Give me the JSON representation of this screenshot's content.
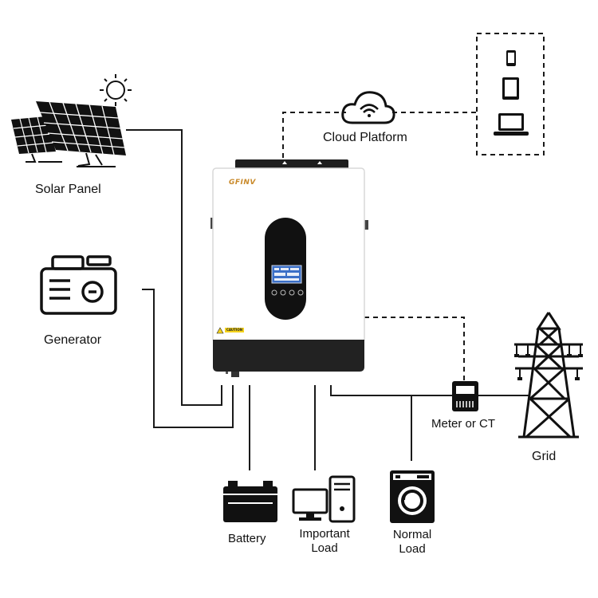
{
  "labels": {
    "solar_panel": "Solar Panel",
    "generator": "Generator",
    "cloud_platform": "Cloud Platform",
    "meter": "Meter or CT",
    "grid": "Grid",
    "battery": "Battery",
    "important_load_1": "Important",
    "important_load_2": "Load",
    "normal_load_1": "Normal",
    "normal_load_2": "Load"
  },
  "inverter": {
    "brand": "GFINV",
    "caution": "CAUTION"
  },
  "colors": {
    "line": "#1a1a1a",
    "brand": "#c98a2b",
    "inverter_bottom": "#222222",
    "lcd": "#3b6fc7"
  }
}
